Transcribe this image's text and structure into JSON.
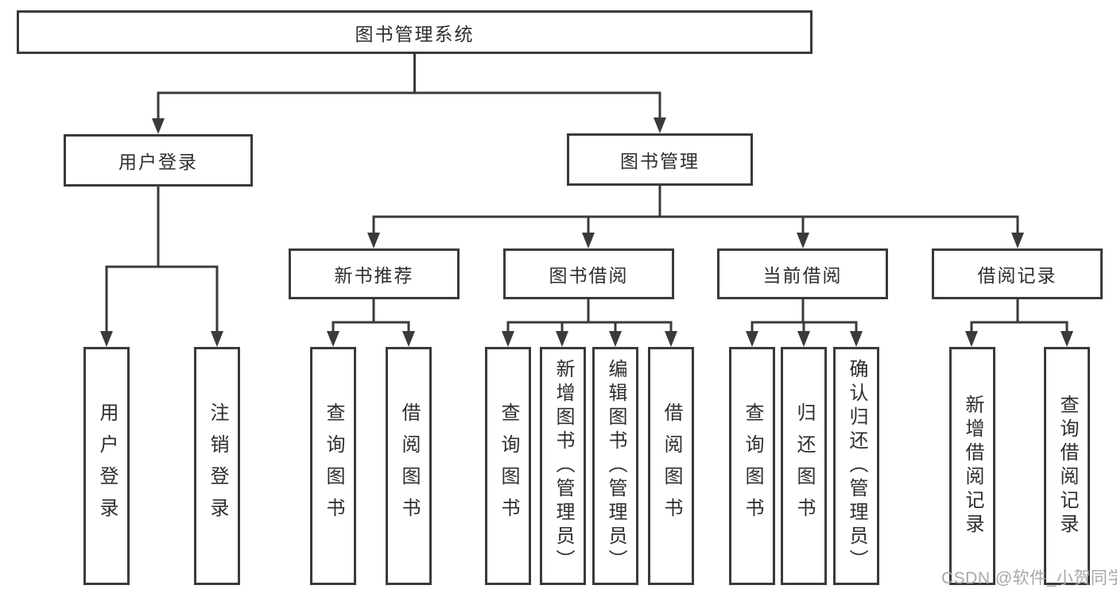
{
  "diagram": {
    "title": "图书管理系统",
    "tree": {
      "root": {
        "label": "图书管理系统"
      },
      "level2": [
        {
          "label": "用户登录"
        },
        {
          "label": "图书管理"
        }
      ],
      "categories": [
        {
          "label": "新书推荐"
        },
        {
          "label": "图书借阅"
        },
        {
          "label": "当前借阅"
        },
        {
          "label": "借阅记录"
        }
      ],
      "leaves": {
        "user_login": [
          "用户登录",
          "注销登录"
        ],
        "new_book": [
          "查询图书",
          "借阅图书"
        ],
        "book_borrow": [
          "查询图书",
          "新增图书（管理员）",
          "编辑图书（管理员）",
          "借阅图书"
        ],
        "current_borrow": [
          "查询图书",
          "归还图书",
          "确认归还（管理员）"
        ],
        "borrow_record": [
          "新增借阅记录",
          "查询借阅记录"
        ]
      }
    },
    "colors": {
      "line": "#3a3a3a",
      "box_background": "#ffffff",
      "text": "#2e2e2e",
      "watermark": "#a8a8aa"
    }
  },
  "watermark": {
    "text": "CSDN @软件_小贺同学"
  }
}
